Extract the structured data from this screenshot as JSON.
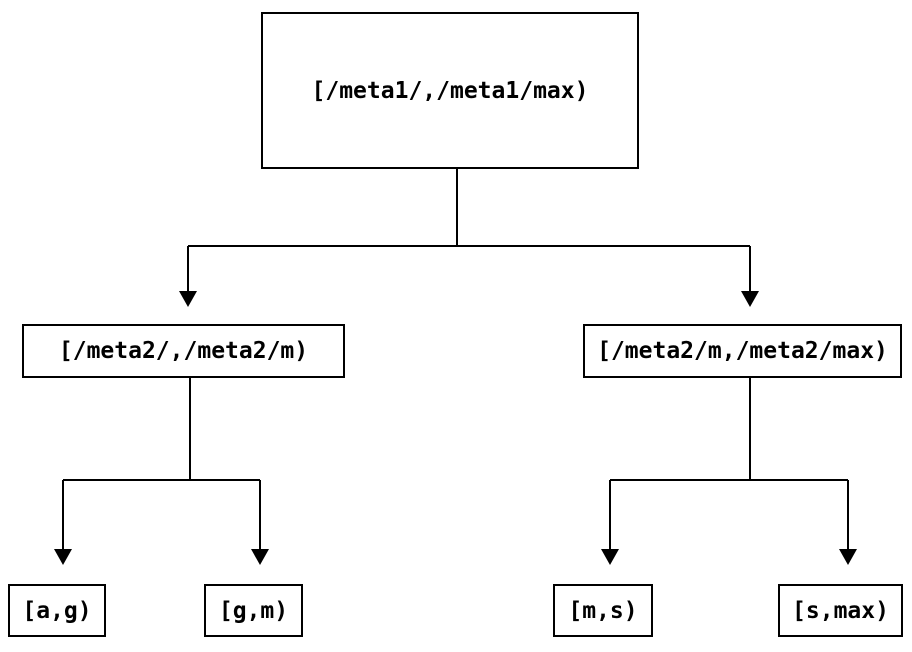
{
  "diagram": {
    "type": "tree",
    "colors": {
      "background": "#ffffff",
      "line": "#000000",
      "text": "#000000"
    },
    "nodes": {
      "root": {
        "label": "[/meta1/,/meta1/max)"
      },
      "meta2_low": {
        "label": "[/meta2/,/meta2/m)"
      },
      "meta2_high": {
        "label": "[/meta2/m,/meta2/max)"
      },
      "leaf_ag": {
        "label": "[a,g)"
      },
      "leaf_gm": {
        "label": "[g,m)"
      },
      "leaf_ms": {
        "label": "[m,s)"
      },
      "leaf_smax": {
        "label": "[s,max)"
      }
    },
    "edges": [
      {
        "from": "root",
        "to": "meta2_low"
      },
      {
        "from": "root",
        "to": "meta2_high"
      },
      {
        "from": "meta2_low",
        "to": "leaf_ag"
      },
      {
        "from": "meta2_low",
        "to": "leaf_gm"
      },
      {
        "from": "meta2_high",
        "to": "leaf_ms"
      },
      {
        "from": "meta2_high",
        "to": "leaf_smax"
      }
    ]
  }
}
